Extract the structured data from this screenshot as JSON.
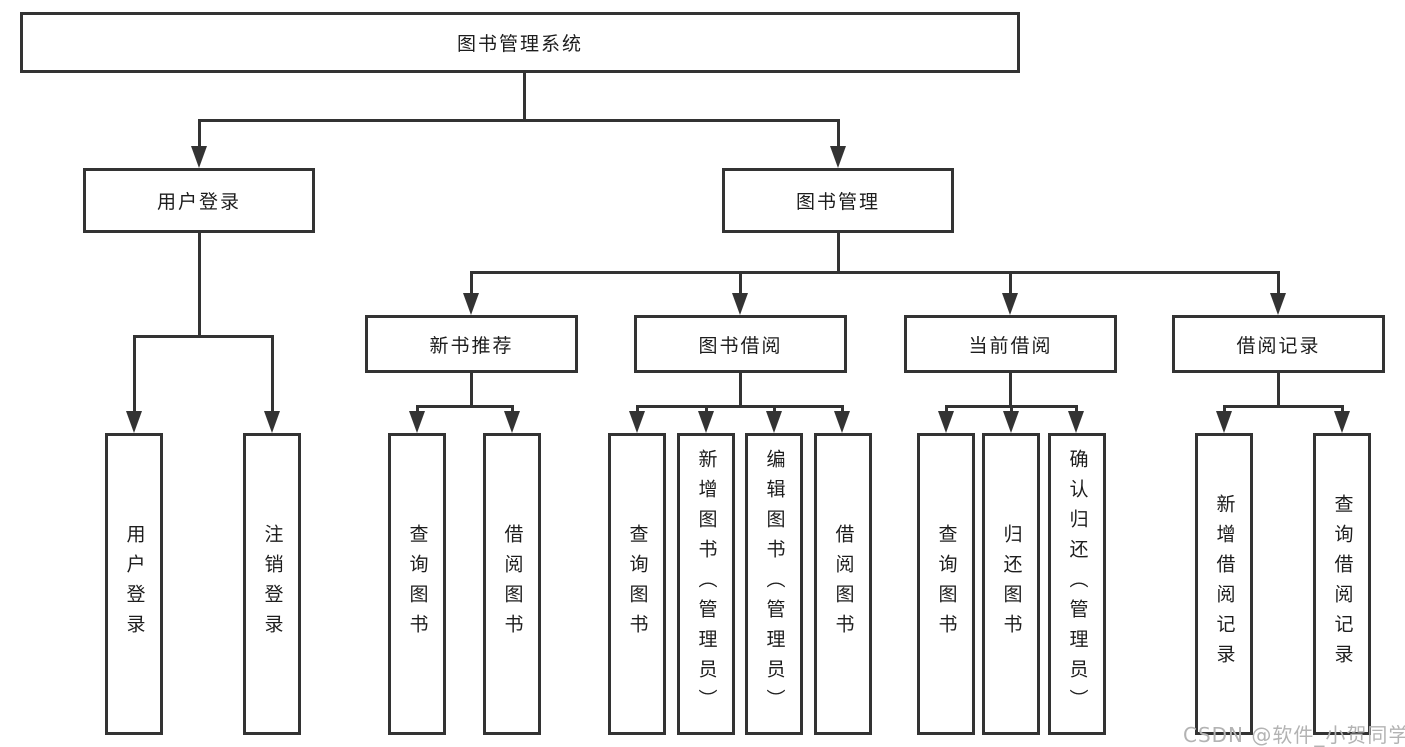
{
  "tree": {
    "root": "图书管理系统",
    "branches": [
      {
        "label": "用户登录",
        "leaves": [
          "用户登录",
          "注销登录"
        ]
      },
      {
        "label": "图书管理",
        "sections": [
          {
            "label": "新书推荐",
            "leaves": [
              "查询图书",
              "借阅图书"
            ]
          },
          {
            "label": "图书借阅",
            "leaves": [
              "查询图书",
              "新增图书（管理员）",
              "编辑图书（管理员）",
              "借阅图书"
            ]
          },
          {
            "label": "当前借阅",
            "leaves": [
              "查询图书",
              "归还图书",
              "确认归还（管理员）"
            ]
          },
          {
            "label": "借阅记录",
            "leaves": [
              "新增借阅记录",
              "查询借阅记录"
            ]
          }
        ]
      }
    ]
  },
  "watermark": "CSDN @软件_小贺同学",
  "colors": {
    "line": "#333333",
    "text": "#1d1d1d",
    "background": "#ffffff",
    "watermark": "#b3b3b3"
  }
}
